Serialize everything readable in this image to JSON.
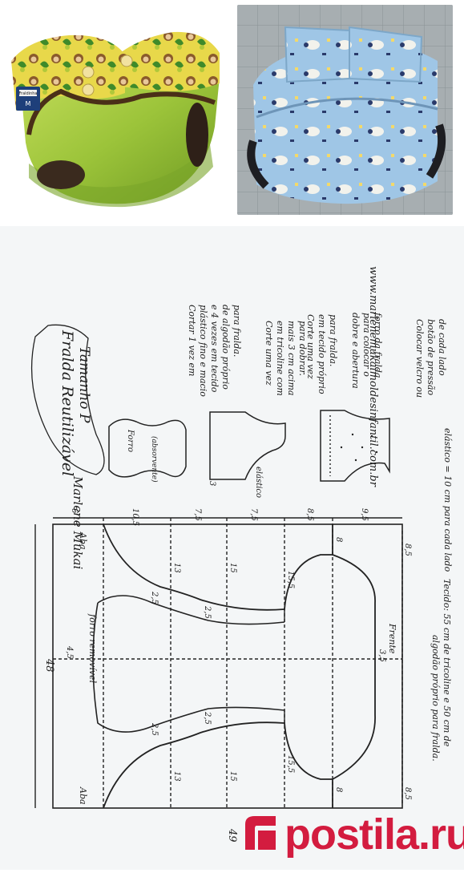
{
  "photos": {
    "green_label": "Fraldinha",
    "green_size": "M"
  },
  "pattern": {
    "website": "www.marlenemukaimoldesinfantil.com.br",
    "title_line1": "Fralda Reutilizável",
    "title_line2": "Tamanho P",
    "signature": "Marlene Mukai",
    "note_cut_plastic": [
      "Cortar 1 vez em",
      "plástico fino e macio",
      "e 4 vezes em tecido",
      "de algodão próprio",
      "para fralda."
    ],
    "note_cut_tricoline": [
      "Corte uma vez",
      "em tricoline com",
      "mais 3 cm acima",
      "para dobrar."
    ],
    "note_cut_cotton": [
      "Corte uma vez",
      "em tecido próprio",
      "para fralda."
    ],
    "note_fold": [
      "dobre e abertura",
      "para colocar o",
      "forro da fralda"
    ],
    "note_velcro": [
      "Colocar velcro ou",
      "botão de pressão",
      "de cada lado"
    ],
    "elastic_note": "elástico = 10 cm para cada lado",
    "fabric_note_line1": "Tecido: 55 cm de tricoline e 50 cm de",
    "fabric_note_line2": "algodão próprio para fralda.",
    "liner_label": "Forro",
    "liner_sublabel": "(absorvente)",
    "elastic_label": "elástico",
    "dim_top": [
      "6",
      "10,5",
      "7,5",
      "7,5",
      "8,5",
      "9,5"
    ],
    "dim_3": "3",
    "dim_width": "48",
    "dim_height": "49",
    "dim_13": "13",
    "dim_15": "15",
    "dim_155": "15,5",
    "dim_8": "8",
    "dim_85": "8,5",
    "dim_45": "4,5",
    "dim_35": "3,5",
    "dim_25": "2,5",
    "label_aba": "Aba",
    "label_forro_removivel": "forro removível",
    "label_frente": "Frente"
  },
  "watermark": {
    "text": "postila.ru"
  }
}
